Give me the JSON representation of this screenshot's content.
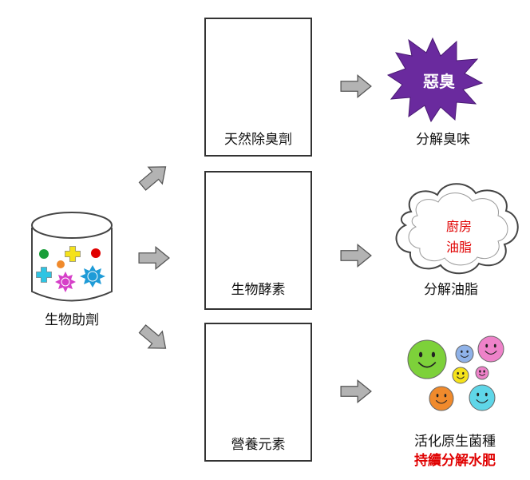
{
  "left": {
    "label": "生物助劑"
  },
  "rows": [
    {
      "panel_label": "天然除臭劑",
      "result_label": "分解臭味",
      "result_badge": "惡臭"
    },
    {
      "panel_label": "生物酵素",
      "result_label": "分解油脂",
      "cloud_line1": "廚房",
      "cloud_line2": "油脂"
    },
    {
      "panel_label": "營養元素",
      "result_line1": "活化原生菌種",
      "result_line2": "持續分解水肥"
    }
  ],
  "colors": {
    "purple": "#7b2fbe",
    "red": "#e00000",
    "arrow": "#a9a9a9",
    "green": "#7dc242",
    "orange": "#f08a2c",
    "blue": "#1e9bd7",
    "yellow": "#f5e21a",
    "magenta": "#d63fc8",
    "maroon": "#b3001b"
  },
  "icons": [
    "plus-icon",
    "sun-icon",
    "circle-icon",
    "smiley-icon",
    "starburst-icon",
    "cloud-icon",
    "arrow-icon"
  ]
}
